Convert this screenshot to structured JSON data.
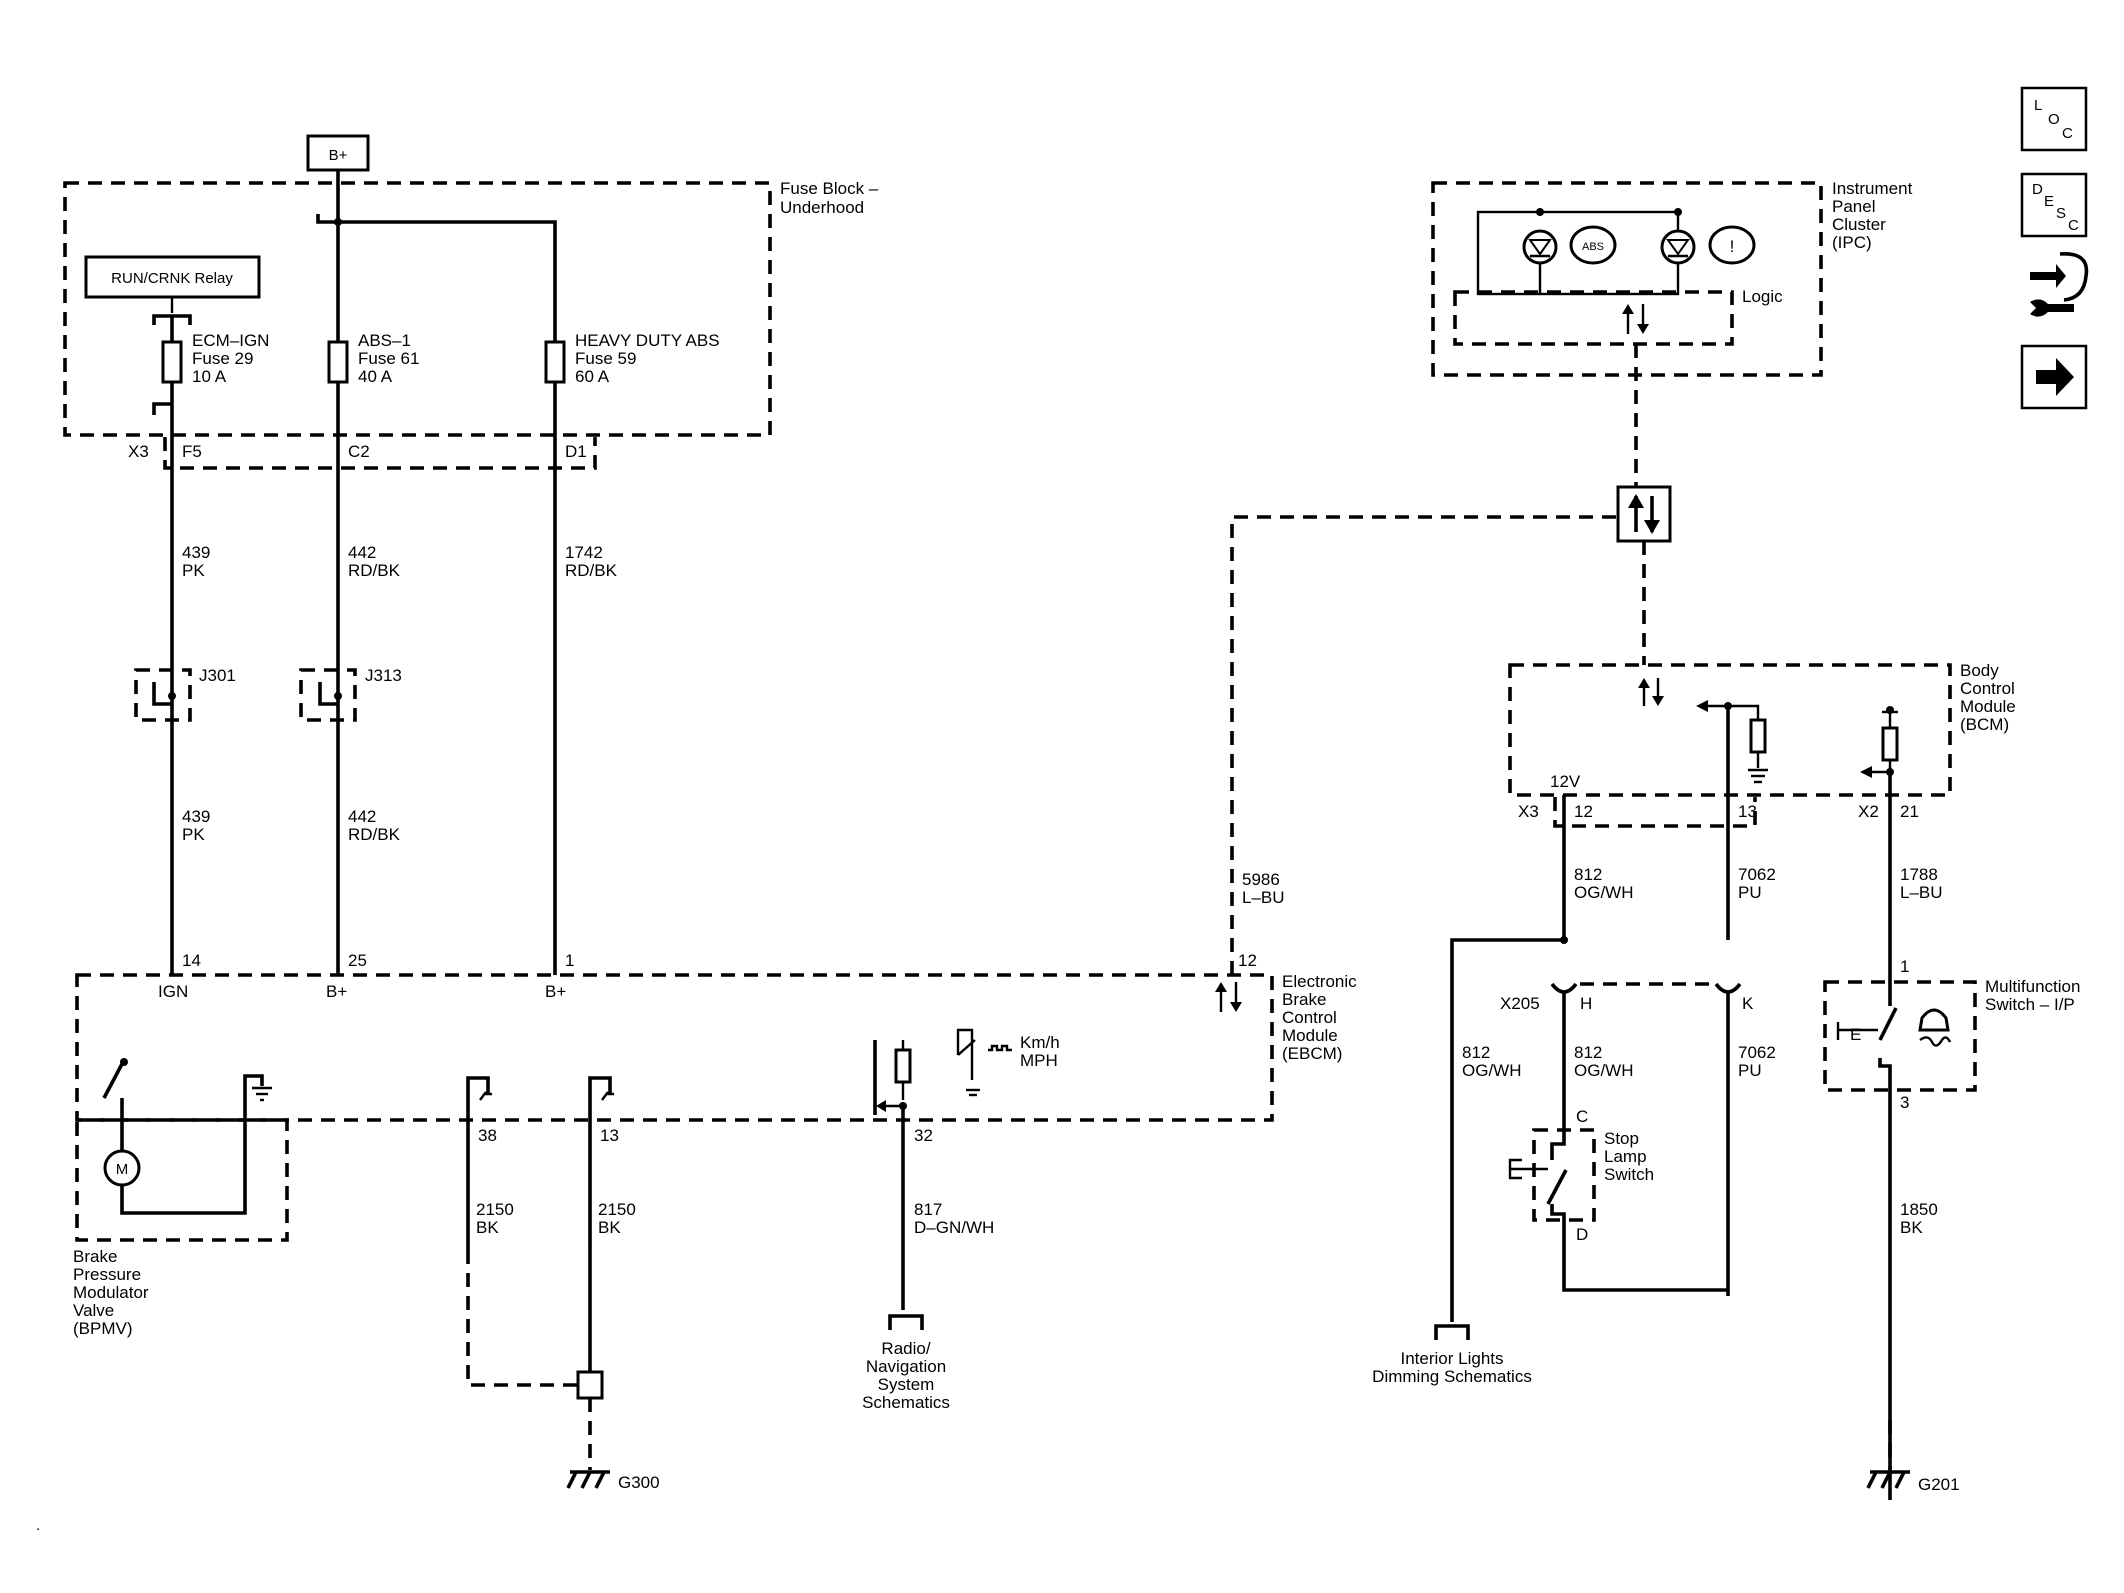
{
  "supply": {
    "bplus": "B+",
    "fuse_block": [
      "Fuse Block –",
      "Underhood"
    ],
    "relay": "RUN/CRNK Relay",
    "fuses": [
      [
        "ECM–IGN",
        "Fuse 29",
        "10 A"
      ],
      [
        "ABS–1",
        "Fuse 61",
        "40 A"
      ],
      [
        "HEAVY DUTY ABS",
        "Fuse 59",
        "60 A"
      ]
    ],
    "connector": "X3",
    "pins": [
      "F5",
      "C2",
      "D1"
    ]
  },
  "wires": {
    "w439": [
      "439",
      "PK"
    ],
    "w442": [
      "442",
      "RD/BK"
    ],
    "w1742": [
      "1742",
      "RD/BK"
    ],
    "w5986": [
      "5986",
      "L–BU"
    ],
    "w812": [
      "812",
      "OG/WH"
    ],
    "w7062": [
      "7062",
      "PU"
    ],
    "w1788": [
      "1788",
      "L–BU"
    ],
    "w2150": [
      "2150",
      "BK"
    ],
    "w817": [
      "817",
      "D–GN/WH"
    ],
    "w1850": [
      "1850",
      "BK"
    ]
  },
  "splices": [
    "J301",
    "J313"
  ],
  "ebcm": {
    "label": [
      "Electronic",
      "Brake",
      "Control",
      "Module",
      "(EBCM)"
    ],
    "pins": [
      "14",
      "25",
      "1",
      "12",
      "38",
      "13",
      "32"
    ],
    "pin_names": [
      "IGN",
      "B+",
      "B+"
    ],
    "speed": [
      "Km/h",
      "MPH"
    ]
  },
  "bpmv": [
    "Brake",
    "Pressure",
    "Modulator",
    "Valve",
    "(BPMV)"
  ],
  "ipc": {
    "label": [
      "Instrument",
      "Panel",
      "Cluster",
      "(IPC)"
    ],
    "logic": "Logic",
    "abs_symbol": "ABS",
    "warn_symbol": "!"
  },
  "bcm": {
    "label": [
      "Body",
      "Control",
      "Module",
      "(BCM)"
    ],
    "v12": "12V",
    "x3": "X3",
    "x3_pins": [
      "12",
      "13"
    ],
    "x2": "X2",
    "x2_pin": "21"
  },
  "x205": {
    "name": "X205",
    "pins": [
      "H",
      "K"
    ]
  },
  "stop_lamp": {
    "label": [
      "Stop",
      "Lamp",
      "Switch"
    ],
    "pins": [
      "C",
      "D"
    ]
  },
  "multifunction": {
    "label": [
      "Multifunction",
      "Switch – I/P"
    ],
    "pins": [
      "1",
      "3"
    ]
  },
  "refs": {
    "radio": [
      "Radio/",
      "Navigation",
      "System",
      "Schematics"
    ],
    "interior": [
      "Interior Lights",
      "Dimming Schematics"
    ]
  },
  "grounds": [
    "G300",
    "G201"
  ],
  "nav": {
    "loc": [
      "L",
      "O",
      "C"
    ],
    "desc": [
      "D",
      "E",
      "S",
      "C"
    ]
  }
}
